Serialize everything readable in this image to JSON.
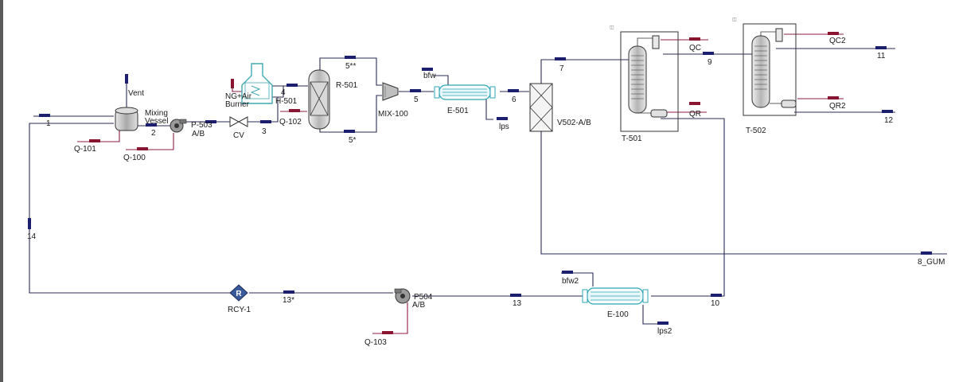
{
  "labels": {
    "vent": "Vent",
    "mixing": "Mixing",
    "vessel": "Vessel",
    "s1": "1",
    "q101": "Q-101",
    "q100": "Q-100",
    "s2": "2",
    "p503": "P-503",
    "p503ab": "A/B",
    "cv": "CV",
    "s3": "3",
    "ngair": "NG+Air",
    "burner": "Burner",
    "h501": "H-501",
    "s4": "4",
    "q102": "Q-102",
    "s5ss": "5**",
    "s5s": "5*",
    "r501": "R-501",
    "mix100": "MIX-100",
    "s5": "5",
    "bfw": "bfw",
    "e501": "E-501",
    "s6": "6",
    "lps": "lps",
    "v502": "V502-A/B",
    "s7": "7",
    "qc": "QC",
    "qr": "QR",
    "s9": "9",
    "t501": "T-501",
    "qc2": "QC2",
    "qr2": "QR2",
    "s11": "11",
    "s12": "12",
    "t502": "T-502",
    "s14": "14",
    "gum": "8_GUM",
    "bfw2": "bfw2",
    "e100": "E-100",
    "lps2": "lps2",
    "s10": "10",
    "s13": "13",
    "p504": "P504",
    "p504ab": "A/B",
    "q103": "Q-103",
    "s13s": "13*",
    "rcy1": "RCY-1",
    "rcy_mark": "R"
  },
  "colors": {
    "material_stream": "#2a2a55",
    "energy_stream": "#8c1c3c",
    "arrow_blue": "#1b1f6e",
    "arrow_red": "#8a1530",
    "exchanger": "#2ea5b8",
    "burner": "#3fa8b0",
    "vessel_fill": "#c9c9c9",
    "recycle_fill": "#3a5a9c"
  }
}
